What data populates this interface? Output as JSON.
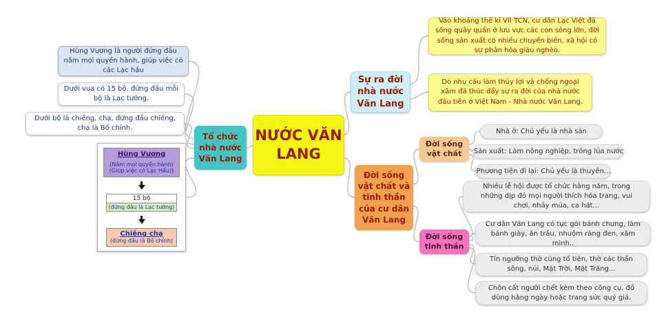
{
  "colors": {
    "center_bg": "#f5f513",
    "center_text": "#9b1c00",
    "branch_teal": "#46c3c3",
    "branch_cyan": "#cfeef5",
    "branch_orange": "#f2a24e",
    "sub_peach": "#f7c894",
    "sub_pink": "#f373bd",
    "note_yellow": "#fafa8e",
    "note_blue": "#dbe5f1",
    "pill_gray": "#ececec"
  },
  "center": {
    "title": "NƯỚC VĂN LANG"
  },
  "branch_to_chuc": {
    "label": "Tổ chức nhà nước Văn Lang",
    "children": [
      "Hùng Vương là người đứng đầu nắm mọi quyền hành, giúp việc có các Lạc hầu",
      "Dưới vua có 15 bộ, đứng đầu mỗi bộ là Lạc tướng.",
      "Dưới bộ là chiềng, chạ, đứng đầu chiềng, chạ là Bồ chính."
    ],
    "flowchart": {
      "king_title": "Hùng Vương",
      "king_line1": "(Nắm mọi quyền hành)",
      "king_line2": "(Giúp việc có Lạc Hầu))",
      "mid_title": "15 bộ",
      "mid_line": "(đứng đầu là Lạc tướng)",
      "bottom_title": "Chiềng chạ",
      "bottom_line": "(đứng đầu là Bồ chính)"
    }
  },
  "branch_su_ra_doi": {
    "label": "Sự ra đời nhà nước Văn Lang",
    "children": [
      "Vào khoảng thế kỉ VII TCN, cư dân Lạc Việt đã sống quây quần ở lưu vực các con sông lớn, đời sống sản xuất có nhiều chuyển biến, xã hội có sự phân hóa giàu nghèo.",
      "Do nhu cầu làm thủy lợi và chống ngoại xâm đã thúc đẩy sự ra đời của nhà nước đầu tiên ở Việt Nam - Nhà nước Văn Lang."
    ]
  },
  "branch_doi_song": {
    "label": "Đời sống vật chất và tinh thần của cư dân Văn Lang",
    "vat_chat": {
      "label": "Đời sống vật chất",
      "items": [
        "Nhà ở: Chủ yếu là nhà sàn",
        "Sản xuất: Làm nông nghiệp, trồng lúa nước",
        "Phương tiện đi lại: Chủ yếu là thuyền..."
      ]
    },
    "tinh_than": {
      "label": "Đời sống tinh thần",
      "items": [
        "Nhiều lễ hội được tổ chức hằng năm, trong những dịp đó mọi người thích hóa trang, vui chơi, nhảy múa, ca hát...",
        "Cư dân Văn Lang có tục gói bánh chưng, làm bánh giày, ăn trầu, nhuộm răng đen, xăm mình..",
        "Tín ngưỡng thờ cúng tổ tiên, thờ các thần sông, núi, Mặt Trời, Mặt Trăng...",
        "Chôn cất người chết kèm theo công cụ, đồ dùng hằng ngày hoặc trang sức quý giá."
      ]
    }
  }
}
